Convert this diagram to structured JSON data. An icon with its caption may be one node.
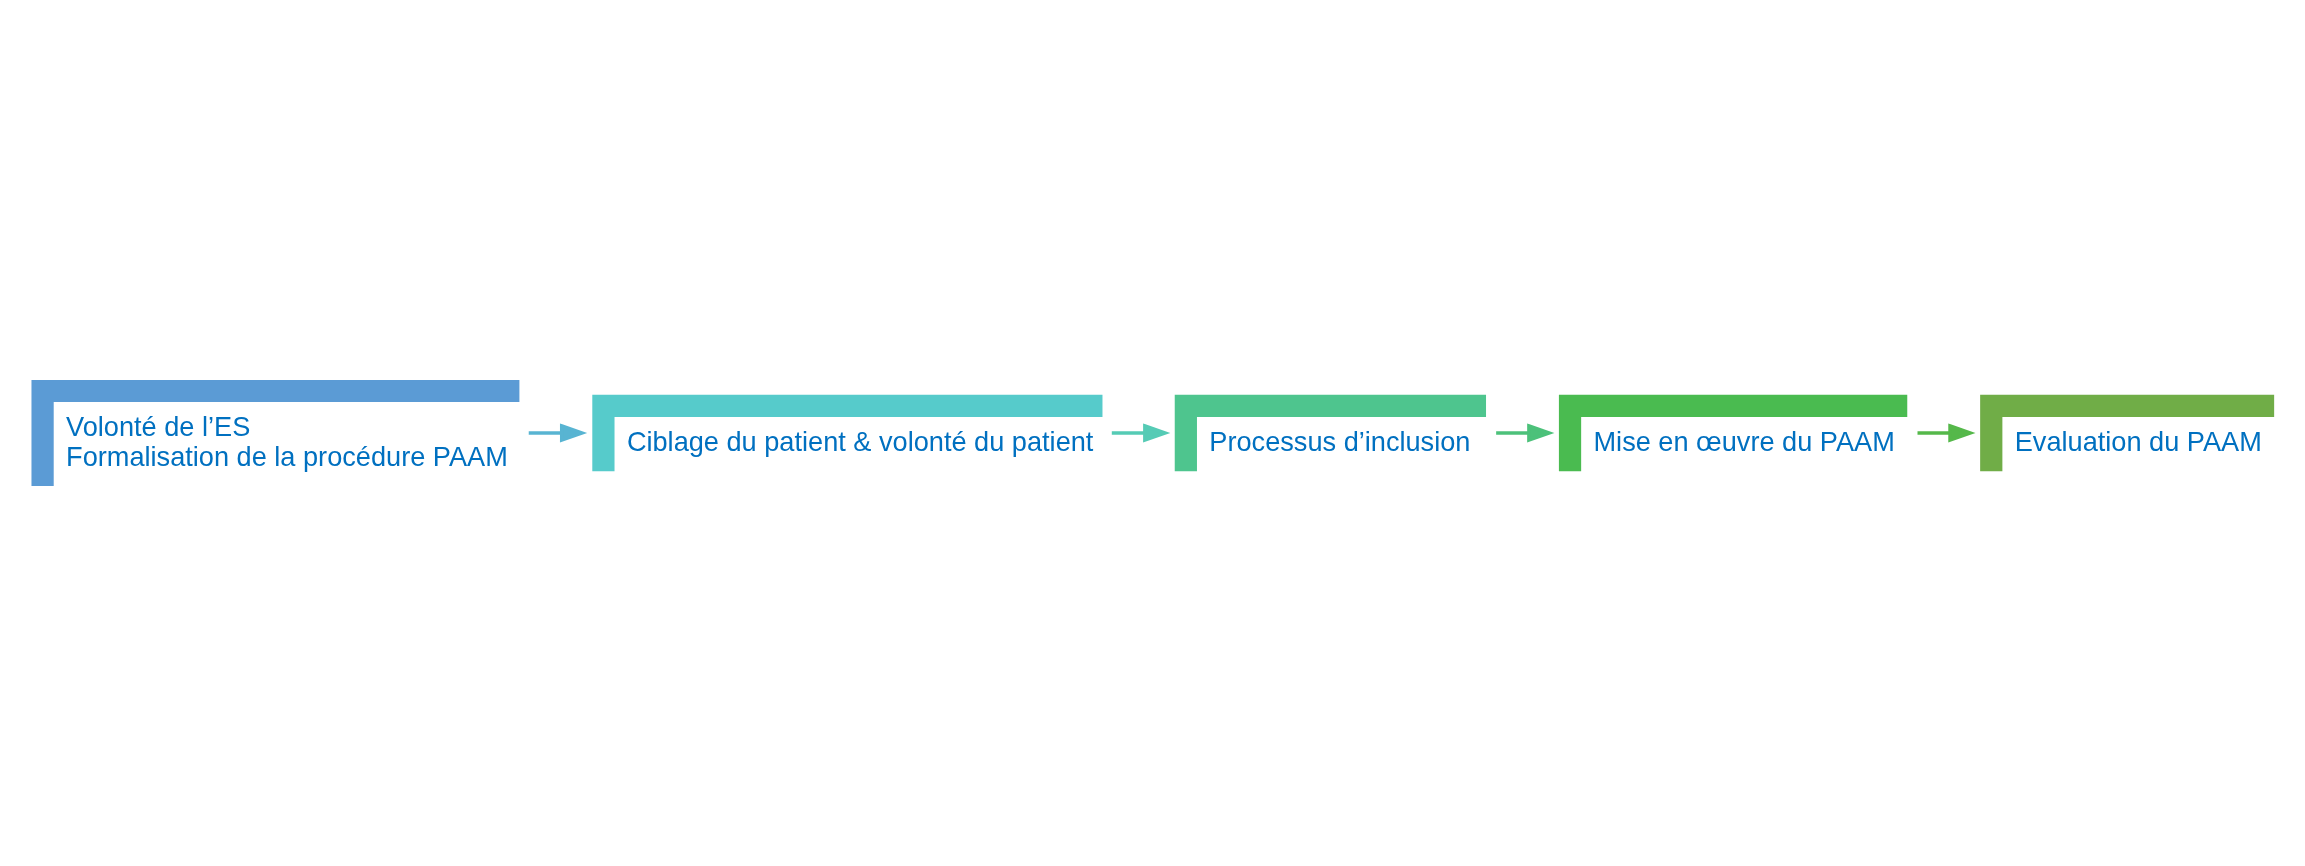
{
  "diagram": {
    "nodes": [
      {
        "text": [
          "Volonté de l’ES",
          "Formalisation de la procédure PAAM"
        ]
      },
      {
        "text": [
          "Ciblage du patient & volonté du patient"
        ]
      },
      {
        "text": [
          "Processus d’inclusion"
        ]
      },
      {
        "text": [
          "Mise en œuvre du PAAM"
        ]
      },
      {
        "text": [
          "Evaluation du PAAM"
        ]
      }
    ],
    "edges": [
      {
        "from": 0,
        "to": 1,
        "arrow": "to",
        "color": "#58b4d2"
      },
      {
        "from": 1,
        "to": 2,
        "arrow": "to",
        "color": "#55cbb5"
      },
      {
        "from": 2,
        "to": 3,
        "arrow": "to",
        "color": "#4cc17a"
      },
      {
        "from": 3,
        "to": 4,
        "arrow": "to",
        "color": "#55b84a"
      }
    ]
  }
}
